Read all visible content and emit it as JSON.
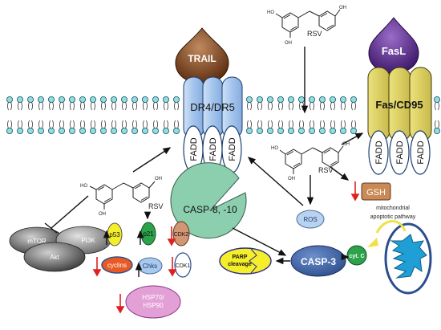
{
  "ligands": {
    "trail": "TRAIL",
    "fasl": "FasL"
  },
  "receptors": {
    "dr": "DR4/DR5",
    "fas": "Fas/CD95"
  },
  "fadd": "FADD",
  "rsv": "RSV",
  "ho": "HO",
  "oh": "OH",
  "ros": "ROS",
  "gsh": "GSH",
  "casp8": "CASP-8, -10",
  "casp3": "CASP-3",
  "parp": [
    "PARP",
    "cleavage"
  ],
  "cytc": "cyt. C",
  "mito_label": [
    "mitochondrial",
    "apoptotic pathway"
  ],
  "kinases": {
    "mtor": "mTOR",
    "pi3k": "PI3K",
    "akt": "Akt"
  },
  "cell_cycle": {
    "p53": "p53",
    "p21": "p21",
    "cdk2": "CDK2",
    "cyclins": "cyclins",
    "chks": "Chks",
    "cdk1": "CDK1",
    "hsp": [
      "HSP70/",
      "HSP90"
    ]
  },
  "colors": {
    "receptor_blue": "#a9c8ee",
    "fas_yellow": "#ddd062",
    "trail_brown": "#7a3e18",
    "fasl_purple": "#5a2a87",
    "casp8_green": "#8ccfae",
    "casp3_blue": "#3b62a8",
    "parp_yellow": "#f5ee2a",
    "gsh_orange": "#c98a56",
    "arrow_red": "#e02020",
    "membrane_teal": "#8fe0dc"
  }
}
